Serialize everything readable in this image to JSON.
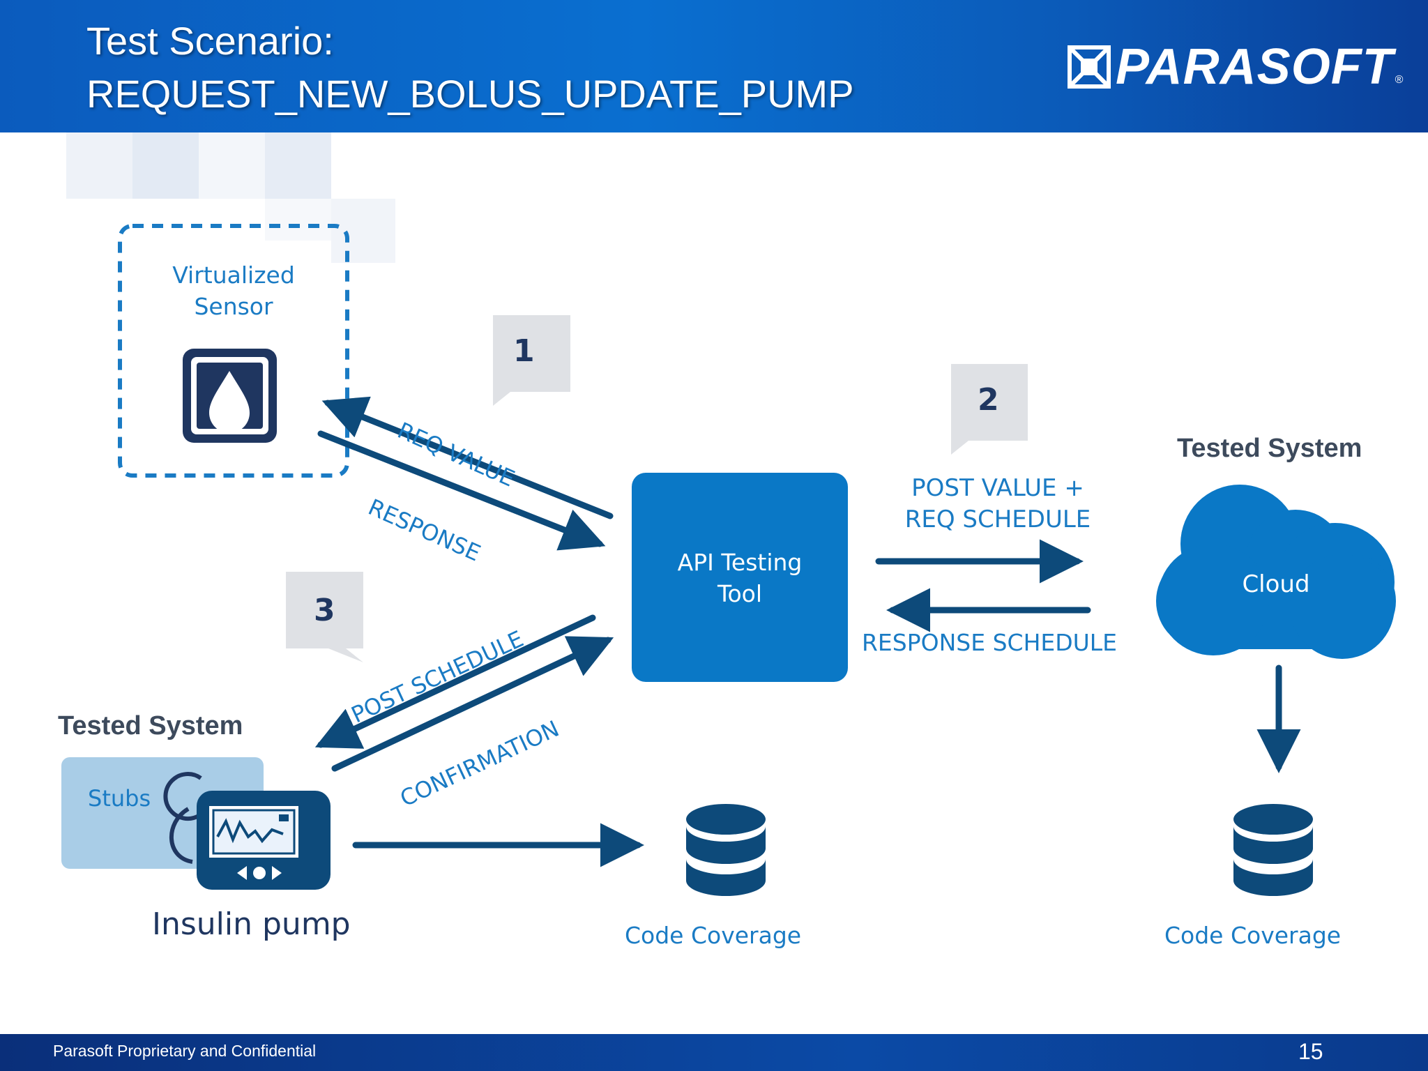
{
  "slide": {
    "title_line1": "Test Scenario:",
    "title_line2": "REQUEST_NEW_BOLUS_UPDATE_PUMP",
    "logo": "PARASOFT",
    "footer": "Parasoft Proprietary and Confidential",
    "page_number": "15"
  },
  "diagram": {
    "virtualized_sensor": [
      "Virtualized",
      "Sensor"
    ],
    "api_tool": [
      "API Testing",
      "Tool"
    ],
    "cloud": "Cloud",
    "tested_system_right": "Tested System",
    "tested_system_left": "Tested System",
    "stubs": "Stubs",
    "insulin_pump": "Insulin pump",
    "code_coverage_1": "Code Coverage",
    "code_coverage_2": "Code Coverage",
    "step1": "1",
    "step2": "2",
    "step3": "3",
    "req_value": "REQ VALUE",
    "response": "RESPONSE",
    "post_value": [
      "POST VALUE +",
      "REQ SCHEDULE"
    ],
    "response_schedule": "RESPONSE SCHEDULE",
    "post_schedule": "POST SCHEDULE",
    "confirmation": "CONFIRMATION"
  },
  "colors": {
    "header_blue": "#0a6fd0",
    "arrow_navy": "#0d4a7a",
    "box_blue": "#0a78c6",
    "label_blue": "#1a7bc4",
    "dark_text": "#3d4a5c"
  }
}
